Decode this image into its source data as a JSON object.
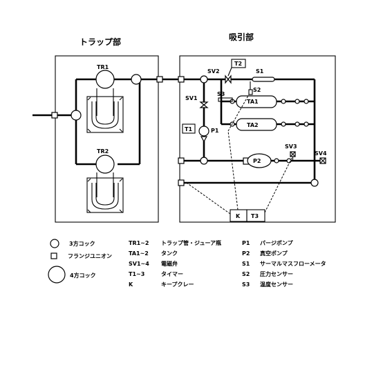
{
  "sections": {
    "trap": "トラップ部",
    "suction": "吸引部"
  },
  "components": {
    "tr1": "TR1",
    "tr2": "TR2",
    "sv1": "SV1",
    "sv2": "SV2",
    "sv3": "SV3",
    "sv4": "SV4",
    "t1": "T1",
    "t2": "T2",
    "t3": "T3",
    "k": "K",
    "p1": "P1",
    "p2": "P2",
    "s1": "S1",
    "s2": "S2",
    "s3": "S3",
    "ta1": "TA1",
    "ta2": "TA2"
  },
  "legend": {
    "symbols": [
      {
        "label": "3方コック"
      },
      {
        "label": "フランジユニオン"
      },
      {
        "label": "4方コック"
      }
    ],
    "abbrev_col1": [
      {
        "code": "TR1~2",
        "desc": "トラップ管・ジューア瓶"
      },
      {
        "code": "TA1~2",
        "desc": "タンク"
      },
      {
        "code": "SV1~4",
        "desc": "電磁弁"
      },
      {
        "code": "T1~3",
        "desc": "タイマー"
      },
      {
        "code": "K",
        "desc": "キープクレー"
      }
    ],
    "abbrev_col2": [
      {
        "code": "P1",
        "desc": "パージポンプ"
      },
      {
        "code": "P2",
        "desc": "真空ポンプ"
      },
      {
        "code": "S1",
        "desc": "サーマルマスフローメータ"
      },
      {
        "code": "S2",
        "desc": "圧力センサー"
      },
      {
        "code": "S3",
        "desc": "温度センサー"
      }
    ]
  }
}
